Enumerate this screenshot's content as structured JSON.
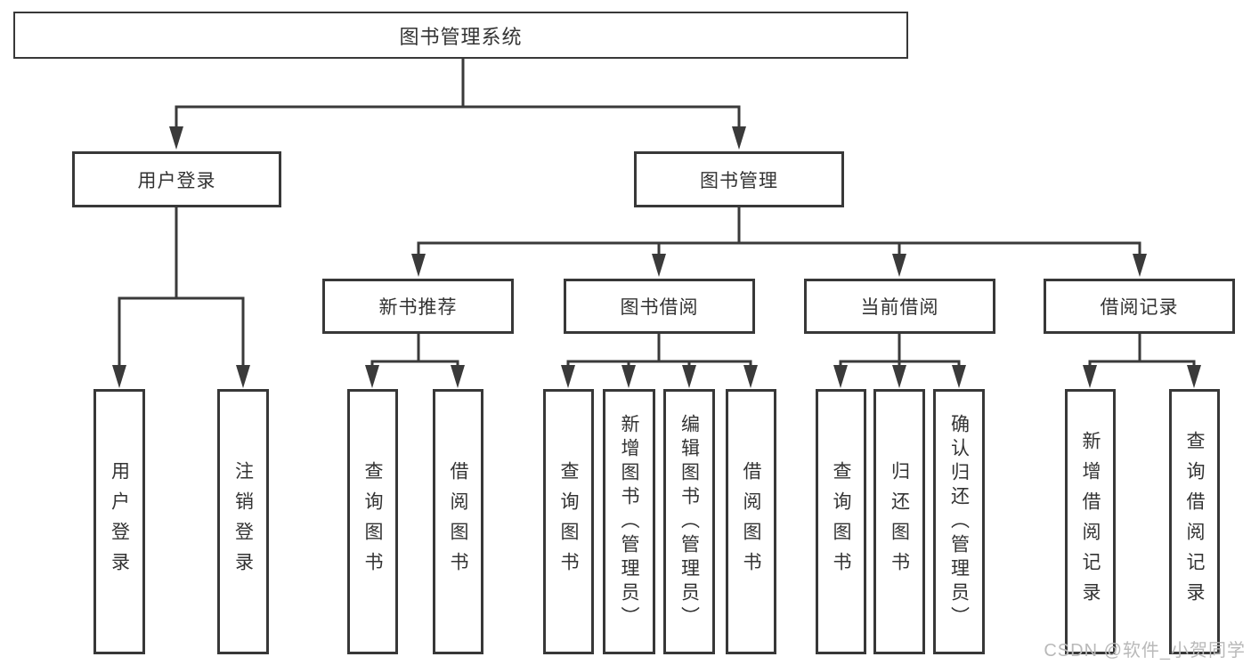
{
  "diagram": {
    "tree": {
      "root": {
        "label": "图书管理系统"
      },
      "children": [
        {
          "label": "用户登录",
          "children": [
            {
              "label": "用户登录"
            },
            {
              "label": "注销登录"
            }
          ]
        },
        {
          "label": "图书管理",
          "children": [
            {
              "label": "新书推荐",
              "children": [
                {
                  "label": "查询图书"
                },
                {
                  "label": "借阅图书"
                }
              ]
            },
            {
              "label": "图书借阅",
              "children": [
                {
                  "label": "查询图书"
                },
                {
                  "label": "新增图书（管理员）"
                },
                {
                  "label": "编辑图书（管理员）"
                },
                {
                  "label": "借阅图书"
                }
              ]
            },
            {
              "label": "当前借阅",
              "children": [
                {
                  "label": "查询图书"
                },
                {
                  "label": "归还图书"
                },
                {
                  "label": "确认归还（管理员）"
                }
              ]
            },
            {
              "label": "借阅记录",
              "children": [
                {
                  "label": "新增借阅记录"
                },
                {
                  "label": "查询借阅记录"
                }
              ]
            }
          ]
        }
      ]
    },
    "watermark": {
      "text": "CSDN @软件_小贺同学"
    },
    "colors": {
      "line": "#3a3a3a",
      "box_border": "#383838",
      "text": "#333333",
      "background": "#ffffff",
      "watermark": "#b9b9b9"
    }
  }
}
